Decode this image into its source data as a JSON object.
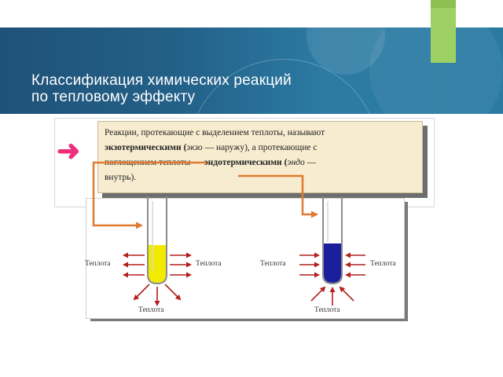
{
  "slide": {
    "title": "Классификация химических реакций\nпо тепловому эффекту"
  },
  "colors": {
    "banner": "#236088",
    "accent_green": "#9ed163",
    "arrow_pink": "#ef2f7a",
    "text_box_bg": "#f7eccf",
    "connector_orange": "#e07a30",
    "heat_arrow": "#b3201e",
    "exo_liquid": "#f2ea00",
    "endo_liquid": "#1a1f9c"
  },
  "icons": {
    "bullet": "pink-right-arrow-icon"
  },
  "definition": {
    "line1": "Реакции, протекающие с выделением теплоты, называют",
    "exo_term": "экзотермическими",
    "exo_paren_open": " (",
    "exo_word": "экзо",
    "exo_meaning": " — наружу), а протекающие с",
    "line3_start": "поглощением теплоты — ",
    "endo_term": "эндотермическими",
    "endo_paren_open": " (",
    "endo_word": "эндо",
    "endo_meaning": " —",
    "line4": "внутрь)."
  },
  "figure": {
    "exo": {
      "left_label": "Теплота",
      "right_label": "Теплота",
      "bottom_label": "Теплота"
    },
    "endo": {
      "left_label": "Теплота",
      "right_label": "Теплота",
      "bottom_label": "Теплота"
    }
  }
}
